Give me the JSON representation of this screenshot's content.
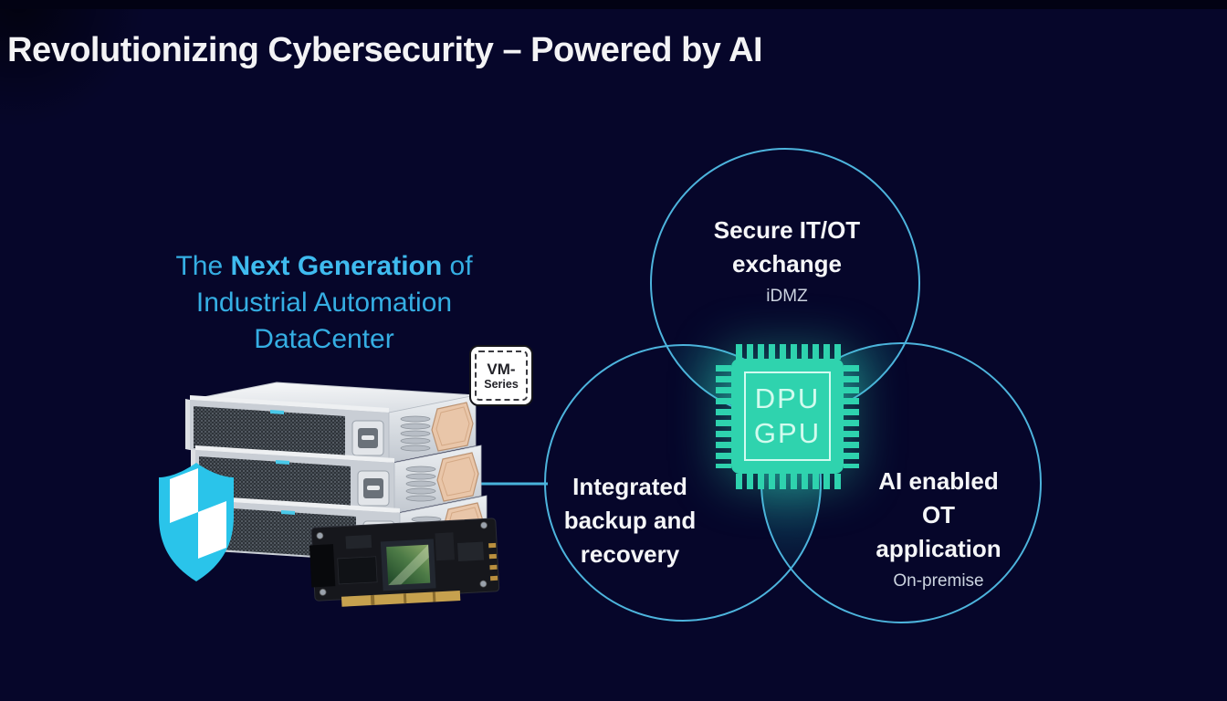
{
  "title": "Revolutionizing Cybersecurity – Powered by AI",
  "left_panel": {
    "headline": {
      "prefix": "The ",
      "bold": "Next Generation",
      "suffix": " of",
      "line2": "Industrial Automation",
      "line3": "DataCenter"
    },
    "vm_badge": {
      "line1": "VM-",
      "line2": "Series"
    }
  },
  "venn": {
    "top": {
      "line1": "Secure IT/OT",
      "line2": "exchange",
      "sub": "iDMZ"
    },
    "left": {
      "line1": "Integrated",
      "line2": "backup and",
      "line3": "recovery"
    },
    "right": {
      "line1": "AI enabled",
      "line2": "OT",
      "line3": "application",
      "sub": "On-premise"
    },
    "chip": {
      "line1": "DPU",
      "line2": "GPU"
    }
  },
  "icons": {
    "shield": "shield-security-icon",
    "chip": "dpu-gpu-chip-icon",
    "server": "server-stack-image",
    "gpu_card": "gpu-accelerator-card-image",
    "vm_badge": "vm-series-chip-badge"
  },
  "colors": {
    "background": "#06062a",
    "headline_cyan": "#35aee3",
    "circle_stroke": "#4db4dd",
    "chip_teal": "#2fd3ae",
    "chip_text": "#d2fbee",
    "shield_cyan": "#2ac4ea",
    "label_white": "#f5f6f8",
    "sublabel_gray": "#ccd4e0"
  }
}
